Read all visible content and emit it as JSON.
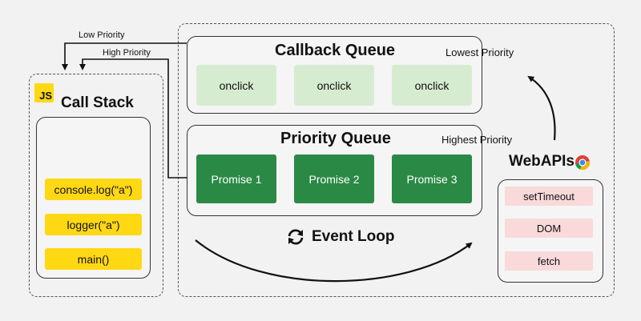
{
  "call_stack": {
    "badge": "JS",
    "title": "Call Stack",
    "frames": [
      "console.log(\"a\")",
      "logger(\"a\")",
      "main()"
    ]
  },
  "callback_queue": {
    "title": "Callback Queue",
    "priority": "Lowest Priority",
    "items": [
      "onclick",
      "onclick",
      "onclick"
    ]
  },
  "priority_queue": {
    "title": "Priority Queue",
    "priority": "Highest Priority",
    "items": [
      "Promise 1",
      "Promise 2",
      "Promise 3"
    ]
  },
  "event_loop": {
    "label": "Event Loop"
  },
  "webapis": {
    "title": "WebAPIs",
    "items": [
      "setTimeout",
      "DOM",
      "fetch"
    ]
  },
  "arrows": {
    "low_priority": "Low Priority",
    "high_priority": "High Priority"
  },
  "colors": {
    "js_yellow": "#ffd814",
    "callback_green": "#d6ecd0",
    "promise_green": "#2a8a45",
    "webapi_pink": "#f9d9da"
  }
}
